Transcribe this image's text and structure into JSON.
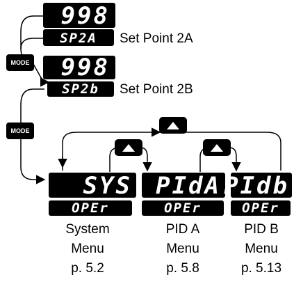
{
  "displays": {
    "top_value": "998",
    "sp2a_code": "SP2A",
    "sp2a_label": "Set Point 2A",
    "mid_value": "998",
    "sp2b_code": "SP2b",
    "sp2b_label": "Set Point 2B"
  },
  "mode_keys": [
    "MODE",
    "MODE"
  ],
  "menus": [
    {
      "code": "SYS",
      "sub": "OPEr",
      "name1": "System",
      "name2": "Menu",
      "page": "p. 5.2"
    },
    {
      "code": "PIdA",
      "sub": "OPEr",
      "name1": "PID A",
      "name2": "Menu",
      "page": "p. 5.8"
    },
    {
      "code": "PIdb",
      "sub": "OPEr",
      "name1": "PID B",
      "name2": "Menu",
      "page": "p. 5.13"
    }
  ],
  "icons": {
    "mode_key": "mode-key-icon",
    "up_key": "up-arrow-key-icon",
    "arrowhead": "arrow-head-icon"
  },
  "colors": {
    "display_bg": "#000000",
    "display_fg": "#ffffff",
    "line": "#000000"
  }
}
